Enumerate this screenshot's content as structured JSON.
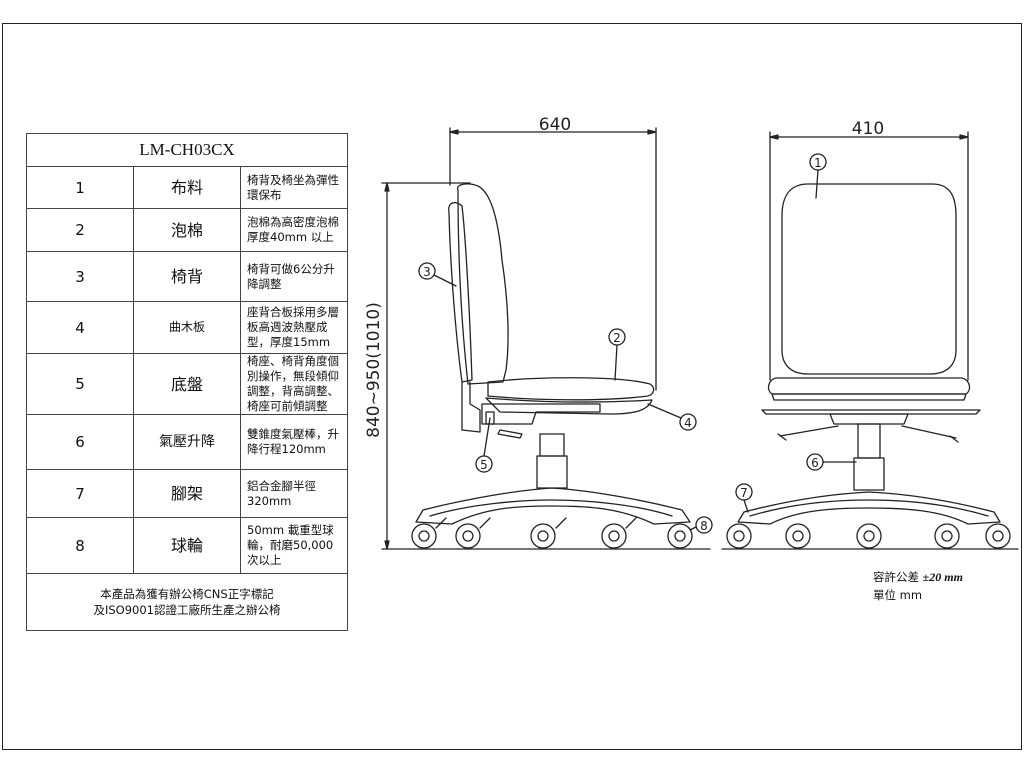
{
  "model": "LM-CH03CX",
  "specs": [
    {
      "num": "1",
      "item": "布料",
      "desc": "椅背及椅坐為彈性環保布"
    },
    {
      "num": "2",
      "item": "泡棉",
      "desc": "泡棉為高密度泡棉厚度40mm 以上"
    },
    {
      "num": "3",
      "item": "椅背",
      "desc": "椅背可做6公分升降調整"
    },
    {
      "num": "4",
      "item": "曲木板",
      "desc": "座背合板採用多層板高週波熱壓成型，厚度15mm"
    },
    {
      "num": "5",
      "item": "底盤",
      "desc": "椅座、椅背角度個別操作，無段傾仰調整，背高調整、椅座可前傾調整"
    },
    {
      "num": "6",
      "item": "氣壓升降",
      "desc": "雙錐度氣壓棒，升降行程120mm"
    },
    {
      "num": "7",
      "item": "腳架",
      "desc": "鋁合金腳半徑320mm"
    },
    {
      "num": "8",
      "item": "球輪",
      "desc": "50mm 載重型球輪，耐磨50,000 次以上"
    }
  ],
  "certification": {
    "line1": "本產品為獲有辦公椅CNS正字標記",
    "line2": "及ISO9001認證工廠所生產之辦公椅"
  },
  "tolerance": {
    "label": "容許公差",
    "value": "±20 mm",
    "unit_line": "單位 mm"
  },
  "dimensions": {
    "side_width": "640",
    "front_width": "410",
    "height": "840~950(1010)"
  },
  "callouts": {
    "c1": "1",
    "c2": "2",
    "c3": "3",
    "c4": "4",
    "c5": "5",
    "c6": "6",
    "c7": "7",
    "c8": "8"
  },
  "colors": {
    "line": "#222222"
  }
}
